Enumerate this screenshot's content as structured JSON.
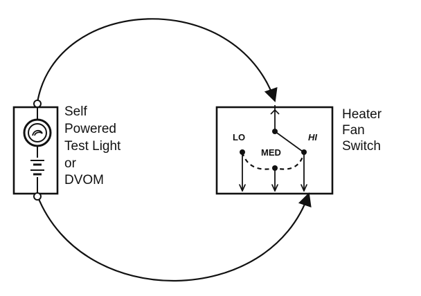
{
  "tester": {
    "label_lines": [
      "Self",
      "Powered",
      "Test Light",
      "or",
      "DVOM"
    ]
  },
  "switch": {
    "label_lines": [
      "Heater",
      "Fan",
      "Switch"
    ],
    "positions": {
      "lo": "LO",
      "med": "MED",
      "hi": "HI"
    }
  },
  "colors": {
    "ink": "#111111",
    "background": "#ffffff"
  }
}
